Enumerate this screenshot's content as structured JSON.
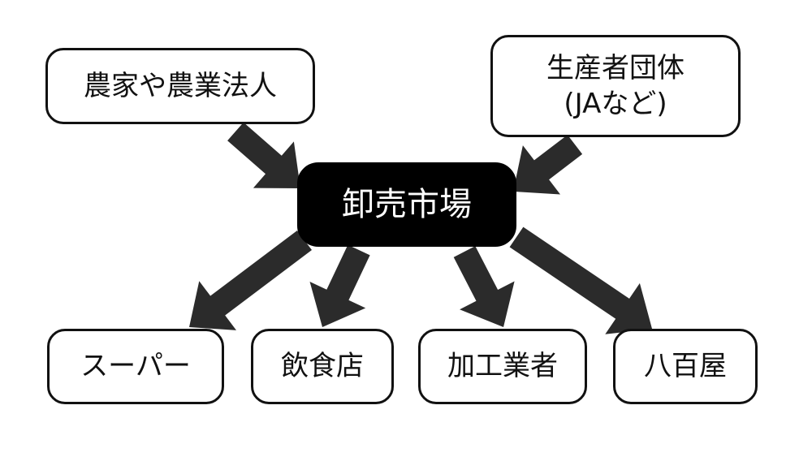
{
  "center": {
    "label": "卸売市場"
  },
  "sources": [
    {
      "label": "農家や農業法人"
    },
    {
      "line1": "生産者団体",
      "line2": "(JAなど)"
    }
  ],
  "destinations": [
    {
      "label": "スーパー"
    },
    {
      "label": "飲食店"
    },
    {
      "label": "加工業者"
    },
    {
      "label": "八百屋"
    }
  ],
  "colors": {
    "arrow": "#2b2b2b",
    "center_bg": "#000000",
    "node_border": "#111111"
  }
}
